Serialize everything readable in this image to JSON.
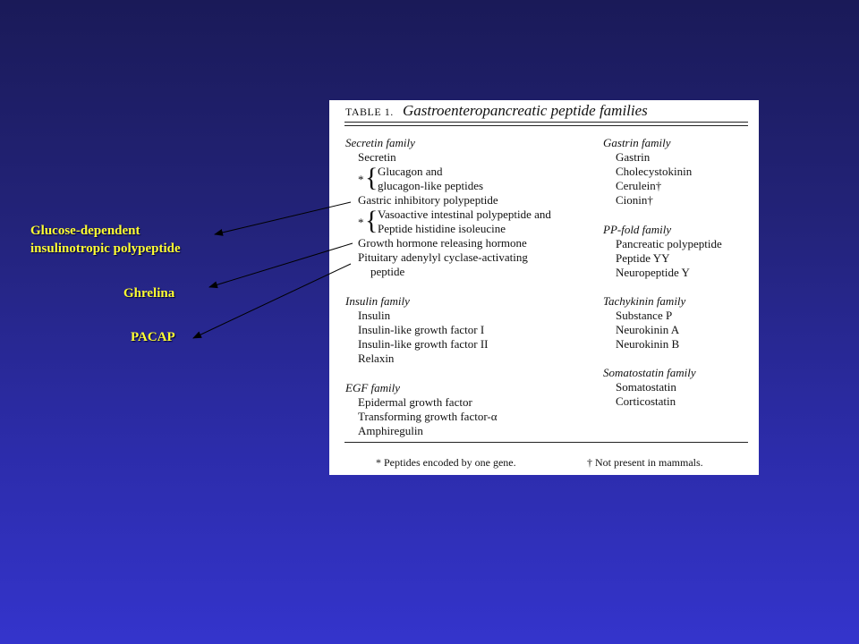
{
  "callouts": {
    "gip_line1": "Glucose-dependent",
    "gip_line2": "insulinotropic polypeptide",
    "ghrelina": "Ghrelina",
    "pacap": "PACAP"
  },
  "table": {
    "label": "TABLE 1.",
    "title": "Gastroenteropancreatic peptide families",
    "left_column": {
      "secretin": {
        "title": "Secretin family",
        "items": [
          "Secretin",
          "Glucagon and",
          "glucagon-like peptides",
          "Gastric inhibitory polypeptide",
          "Vasoactive intestinal polypeptide and",
          "Peptide histidine isoleucine",
          "Growth hormone releasing hormone",
          "Pituitary adenylyl cyclase-activating",
          "peptide"
        ],
        "star": "*"
      },
      "insulin": {
        "title": "Insulin family",
        "items": [
          "Insulin",
          "Insulin-like growth factor I",
          "Insulin-like growth factor II",
          "Relaxin"
        ]
      },
      "egf": {
        "title": "EGF family",
        "items": [
          "Epidermal growth factor",
          "Transforming growth factor-α",
          "Amphiregulin"
        ]
      }
    },
    "right_column": {
      "gastrin": {
        "title": "Gastrin family",
        "items": [
          "Gastrin",
          "Cholecystokinin",
          "Cerulein†",
          "Cionin†"
        ]
      },
      "ppfold": {
        "title": "PP-fold family",
        "items": [
          "Pancreatic polypeptide",
          "Peptide YY",
          "Neuropeptide Y"
        ]
      },
      "tachykinin": {
        "title": "Tachykinin family",
        "items": [
          "Substance P",
          "Neurokinin A",
          "Neurokinin B"
        ]
      },
      "somatostatin": {
        "title": "Somatostatin family",
        "items": [
          "Somatostatin",
          "Corticostatin"
        ]
      }
    },
    "footnotes": {
      "star": "* Peptides encoded by one gene.",
      "dagger": "† Not present in mammals."
    }
  },
  "colors": {
    "callout_text": "#ffff33",
    "background_top": "#1a1a58",
    "background_bottom": "#3434cc",
    "arrow": "#000000"
  }
}
